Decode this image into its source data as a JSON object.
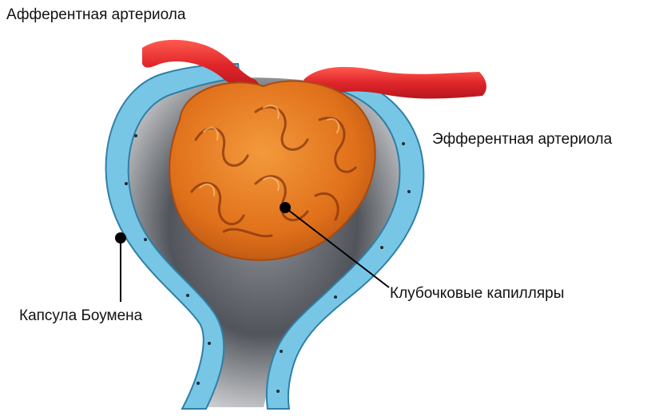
{
  "labels": {
    "afferent": "Афферентная артериола",
    "efferent": "Эфферентная артериола",
    "capillaries": "Клубочковые капилляры",
    "capsule": "Капсула Боумена"
  },
  "colors": {
    "capsule_wall": "#78c6e6",
    "capsule_edge": "#2f7fa6",
    "capsule_space": "#4a4f55",
    "arteriole": "#e0262a",
    "glomerulus": "#e8761e",
    "glomerulus_dark": "#a84a12",
    "leader": "#000000"
  }
}
